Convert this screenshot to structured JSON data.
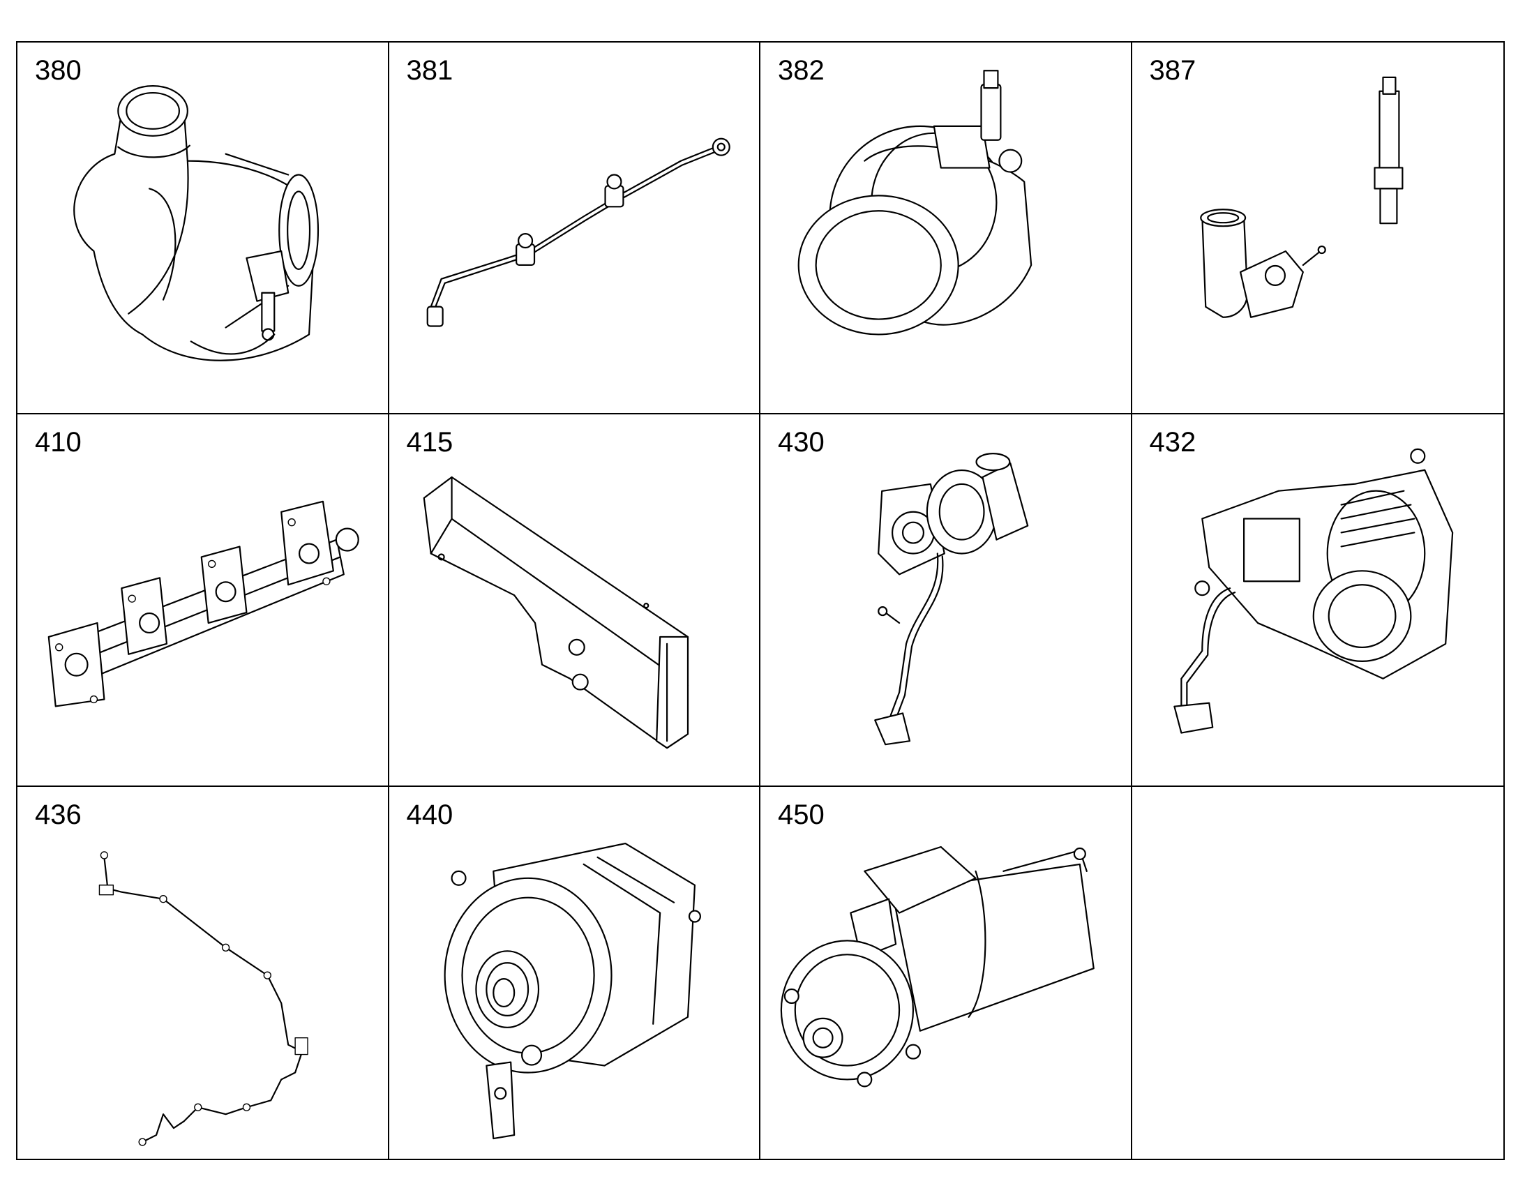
{
  "parts": [
    {
      "number": "380",
      "icon": "turbo-elbow-icon"
    },
    {
      "number": "381",
      "icon": "fuel-line-icon"
    },
    {
      "number": "382",
      "icon": "outlet-housing-icon"
    },
    {
      "number": "387",
      "icon": "sensor-elbow-icon"
    },
    {
      "number": "410",
      "icon": "exhaust-manifold-icon"
    },
    {
      "number": "415",
      "icon": "heat-shield-icon"
    },
    {
      "number": "430",
      "icon": "turbocharger-icon"
    },
    {
      "number": "432",
      "icon": "turbocharger-assembly-icon"
    },
    {
      "number": "436",
      "icon": "wiring-harness-icon"
    },
    {
      "number": "440",
      "icon": "alternator-icon"
    },
    {
      "number": "450",
      "icon": "starter-motor-icon"
    },
    {
      "number": "",
      "icon": ""
    }
  ]
}
